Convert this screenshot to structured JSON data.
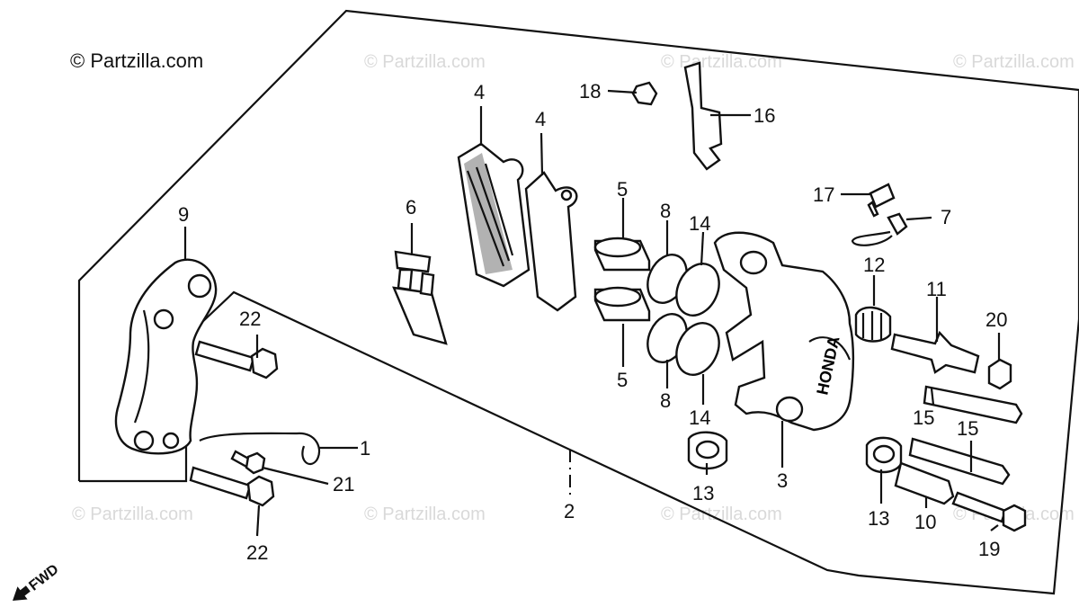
{
  "copyright": "© Partzilla.com",
  "watermark": "© Partzilla.com",
  "fwd_label": "FWD",
  "caliper_brand": "HONDA",
  "callouts": {
    "c1": "1",
    "c2": "2",
    "c3": "3",
    "c4a": "4",
    "c4b": "4",
    "c5a": "5",
    "c5b": "5",
    "c6": "6",
    "c7": "7",
    "c8a": "8",
    "c8b": "8",
    "c9": "9",
    "c10": "10",
    "c11": "11",
    "c12": "12",
    "c13a": "13",
    "c13b": "13",
    "c14a": "14",
    "c14b": "14",
    "c15a": "15",
    "c15b": "15",
    "c16": "16",
    "c17": "17",
    "c18": "18",
    "c19": "19",
    "c20": "20",
    "c21": "21",
    "c22a": "22",
    "c22b": "22"
  }
}
